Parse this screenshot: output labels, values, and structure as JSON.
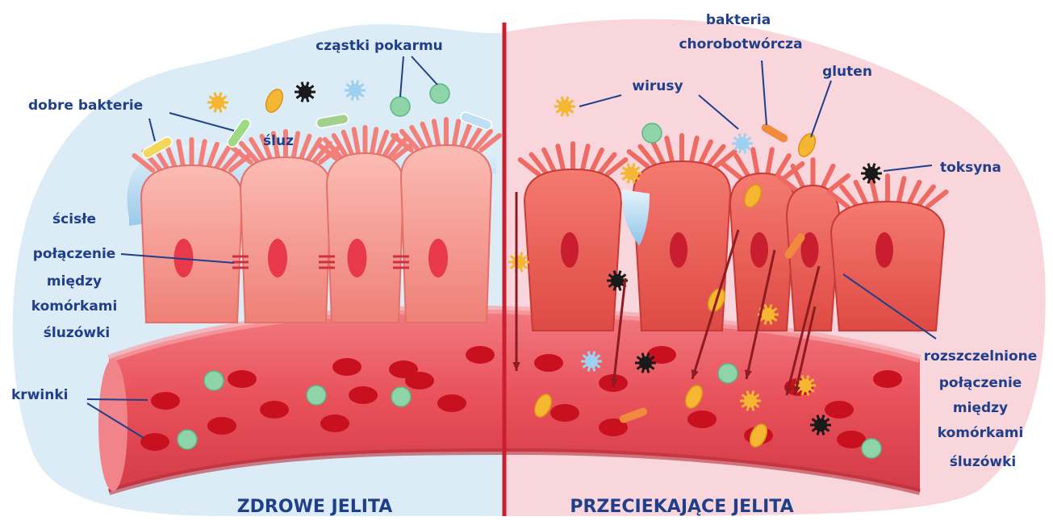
{
  "diagram": {
    "left_title": "ZDROWE JELITA",
    "right_title": "PRZECIEKAJĄCE JELITA",
    "labels": {
      "food_particles": "cząstki pokarmu",
      "good_bacteria": "dobre bakterie",
      "mucus": "śluz",
      "tight_junction": [
        "ścisłe",
        "połączenie",
        "między",
        "komórkami",
        "śluzówki"
      ],
      "blood_cells": "krwinki",
      "pathogenic_bacteria": [
        "bakteria",
        "chorobotwórcza"
      ],
      "gluten": "gluten",
      "viruses": "wirusy",
      "toxin": "toksyna",
      "leaky_junction": [
        "rozszczelnione",
        "połączenie",
        "między",
        "komórkami",
        "śluzówki"
      ]
    },
    "colors": {
      "healthy_bg": "#dcecf6",
      "leaky_bg": "#f9d6dc",
      "divider": "#c8202e",
      "cell_healthy": "#f4918a",
      "cell_leaky": "#ea5a52",
      "vessel": "#e8505a",
      "rbc": "#c8101f",
      "food_particle": "#8fd3a8",
      "virus": "#f5b731",
      "blue_virus": "#9fd0f0",
      "toxin": "#1a1a1a",
      "gluten": "#f5b731",
      "text": "#1f3f8a"
    }
  }
}
